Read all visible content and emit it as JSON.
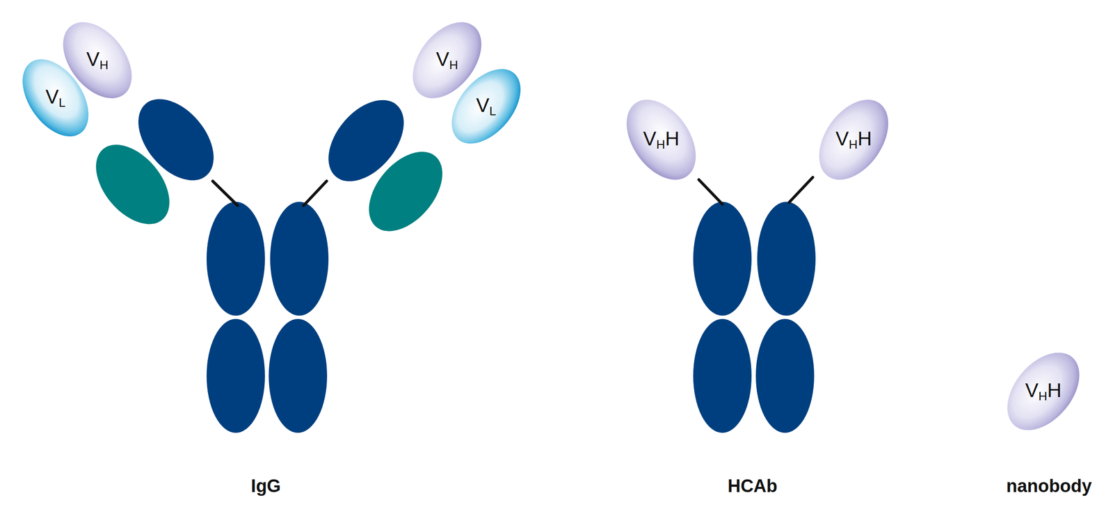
{
  "diagram": {
    "nodes": [
      {
        "text": [
          "VH"
        ]
      },
      {
        "text": [
          "VL"
        ]
      },
      {
        "text": [
          "VH"
        ]
      },
      {
        "text": [
          "VL"
        ]
      },
      {
        "text": [
          "VHH"
        ]
      },
      {
        "text": [
          "VHH"
        ]
      },
      {
        "text": [
          "VHH"
        ]
      }
    ],
    "labels": [
      "IgG",
      "HCAb",
      "nanobody"
    ]
  }
}
